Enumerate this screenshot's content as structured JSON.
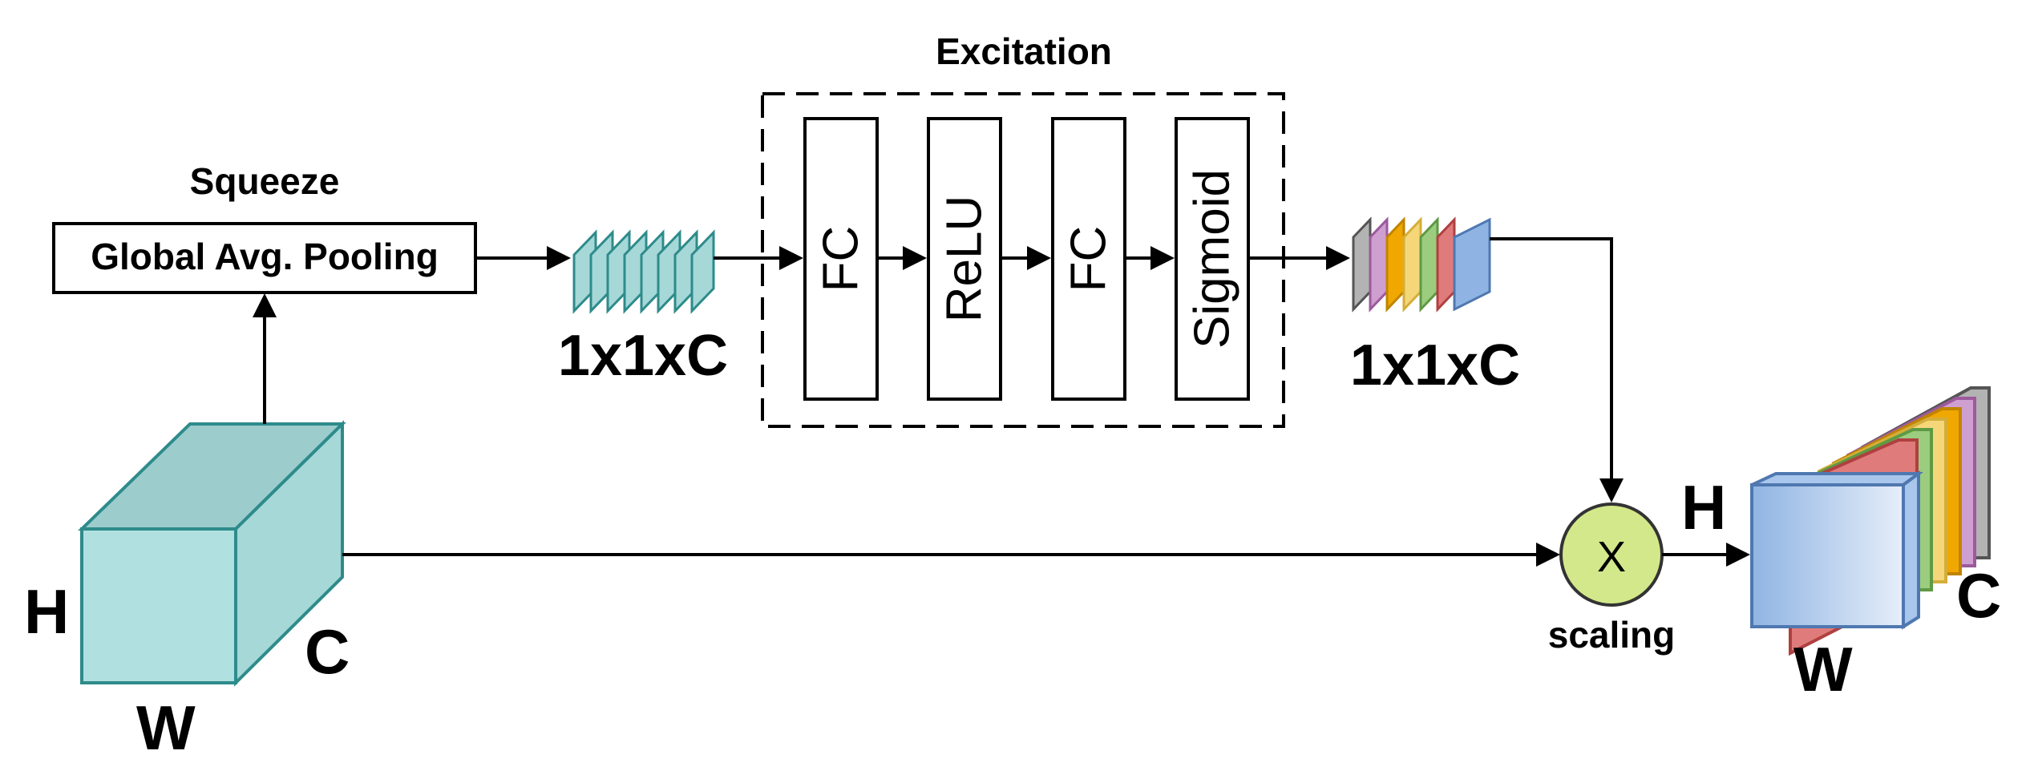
{
  "squeeze": {
    "title": "Squeeze",
    "op": "Global Avg. Pooling"
  },
  "excitation": {
    "title": "Excitation",
    "layers": [
      "FC",
      "ReLU",
      "FC",
      "Sigmoid"
    ]
  },
  "vector_in": {
    "label": "1x1xC",
    "color": "#a6d8d8"
  },
  "vector_out": {
    "label": "1x1xC",
    "colors": [
      "#b3b3b3",
      "#cf9fcf",
      "#f0a800",
      "#f5d77a",
      "#9ccc7e",
      "#e07b7b",
      "#8fb4e3"
    ]
  },
  "input": {
    "h": "H",
    "w": "W",
    "c": "C",
    "color": "#a6d8d8"
  },
  "scaling": {
    "symbol": "X",
    "label": "scaling",
    "color": "#d3e88a"
  },
  "output": {
    "h": "H",
    "w": "W",
    "c": "C",
    "front_color": "#8fb4e3",
    "colors": [
      "#b3b3b3",
      "#cf9fcf",
      "#f0a800",
      "#f5d77a",
      "#9ccc7e",
      "#e07b7b"
    ]
  }
}
